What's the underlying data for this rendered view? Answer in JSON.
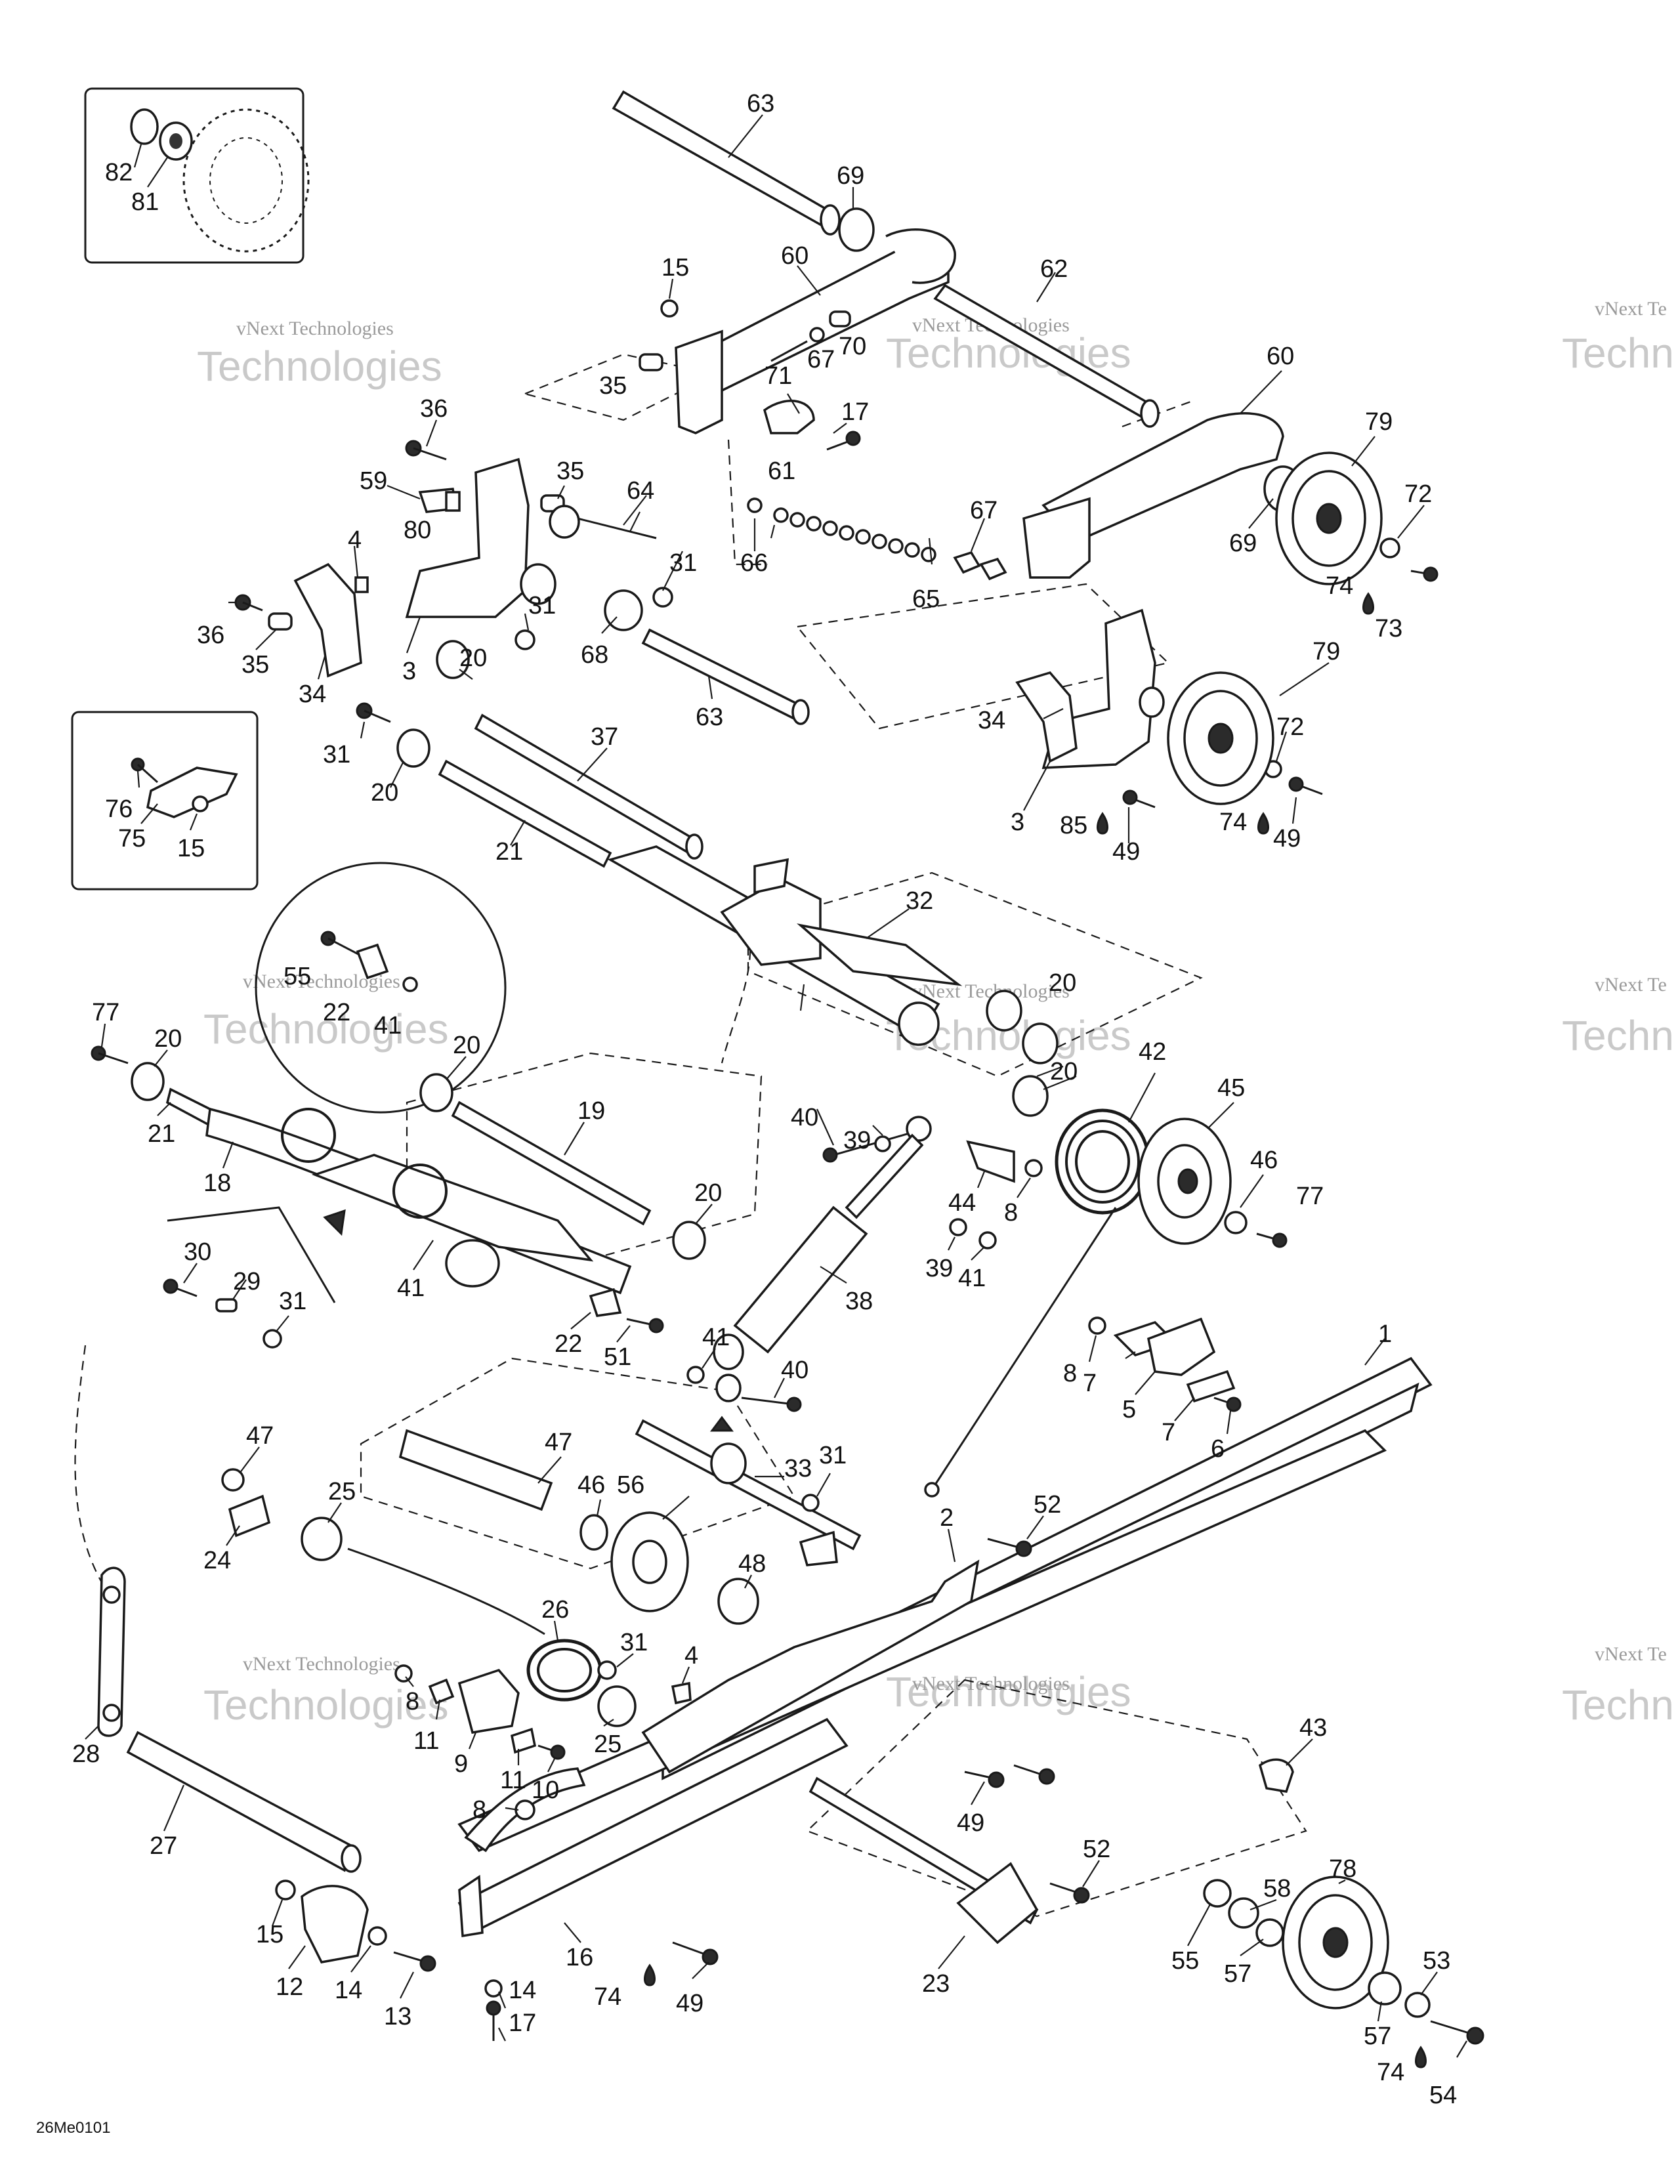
{
  "drawing_code": "26Me0101",
  "watermark": {
    "line1": "vNext Technologies",
    "line2": "Technologies",
    "fragment_v": "vNext",
    "fragment_tech": "vNext Te",
    "fragment_techn": "Techn"
  },
  "callouts": {
    "c1": "1",
    "c2": "2",
    "c3": "3",
    "c4": "4",
    "c5": "5",
    "c6": "6",
    "c7": "7",
    "c8": "8",
    "c9": "9",
    "c10": "10",
    "c11": "11",
    "c12": "12",
    "c13": "13",
    "c14": "14",
    "c15": "15",
    "c16": "16",
    "c17": "17",
    "c18": "18",
    "c19": "19",
    "c20": "20",
    "c21": "21",
    "c22": "22",
    "c23": "23",
    "c24": "24",
    "c25": "25",
    "c26": "26",
    "c27": "27",
    "c28": "28",
    "c29": "29",
    "c30": "30",
    "c31": "31",
    "c32": "32",
    "c33": "33",
    "c34": "34",
    "c35": "35",
    "c36": "36",
    "c37": "37",
    "c38": "38",
    "c39": "39",
    "c40": "40",
    "c41": "41",
    "c42": "42",
    "c43": "43",
    "c44": "44",
    "c45": "45",
    "c46": "46",
    "c47": "47",
    "c48": "48",
    "c49": "49",
    "c51": "51",
    "c52": "52",
    "c53": "53",
    "c54": "54",
    "c55": "55",
    "c56": "56",
    "c57": "57",
    "c58": "58",
    "c59": "59",
    "c60": "60",
    "c61": "61",
    "c62": "62",
    "c63": "63",
    "c64": "64",
    "c65": "65",
    "c66": "66",
    "c67": "67",
    "c68": "68",
    "c69": "69",
    "c70": "70",
    "c71": "71",
    "c72": "72",
    "c73": "73",
    "c74": "74",
    "c75": "75",
    "c76": "76",
    "c77": "77",
    "c78": "78",
    "c79": "79",
    "c80": "80",
    "c81": "81",
    "c82": "82",
    "c85": "85"
  }
}
